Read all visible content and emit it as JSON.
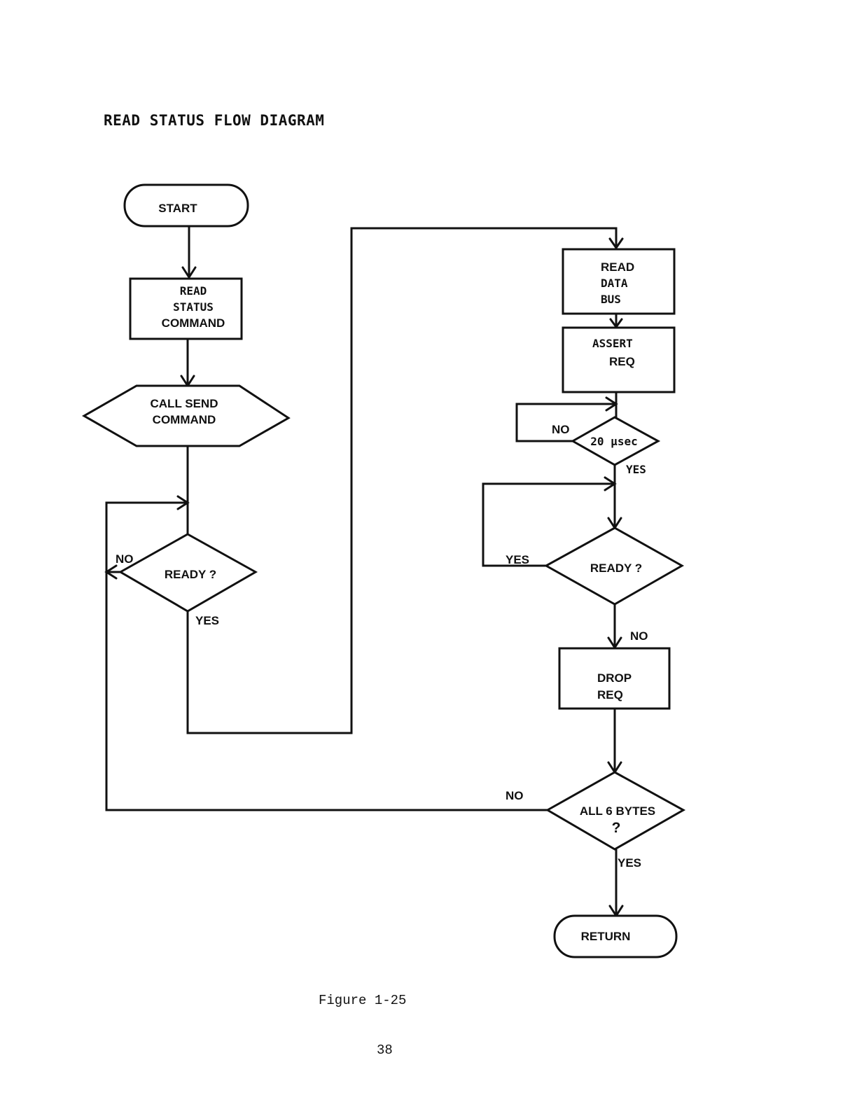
{
  "title": "READ STATUS FLOW DIAGRAM",
  "caption": "Figure 1-25",
  "page_number": "38",
  "nodes": {
    "start": {
      "label": "START"
    },
    "read_status_command": {
      "lines": [
        "READ",
        "STATUS",
        "COMMAND"
      ]
    },
    "call_send_command": {
      "lines": [
        "CALL SEND",
        "COMMAND"
      ]
    },
    "ready_left": {
      "label": "READY ?"
    },
    "read_data_bus": {
      "lines": [
        "READ",
        "DATA",
        "BUS"
      ]
    },
    "assert_req": {
      "lines": [
        "ASSERT",
        "REQ"
      ]
    },
    "wait_20usec": {
      "label": "20 µsec"
    },
    "ready_right": {
      "label": "READY ?"
    },
    "drop_req": {
      "lines": [
        "DROP",
        "REQ"
      ]
    },
    "all_6_bytes": {
      "lines": [
        "ALL 6 BYTES",
        "?"
      ]
    },
    "return": {
      "label": "RETURN"
    }
  },
  "edge_labels": {
    "ready_left_no": "NO",
    "ready_left_yes": "YES",
    "wait_no": "NO",
    "wait_yes": "YES",
    "ready_right_yes": "YES",
    "ready_right_no": "NO",
    "all_bytes_no": "NO",
    "all_bytes_yes": "YES"
  }
}
